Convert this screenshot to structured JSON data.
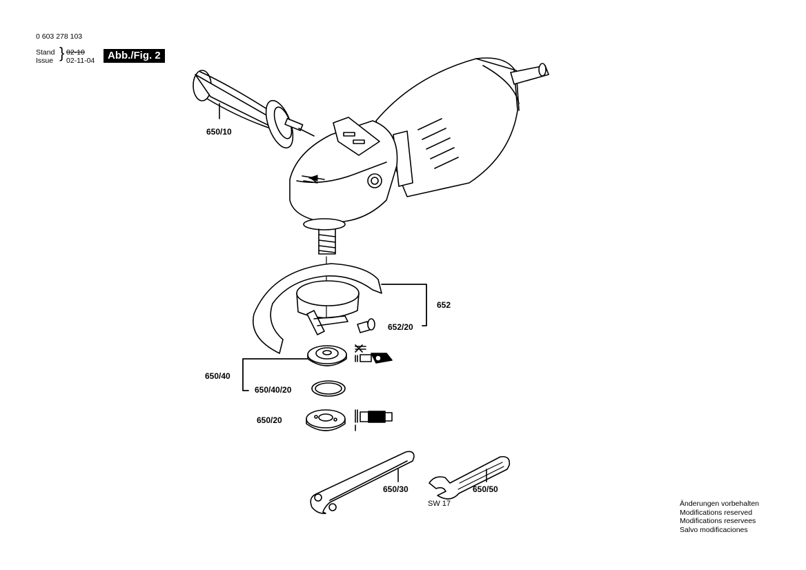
{
  "header": {
    "doc_number": "0 603 278 103",
    "stand_label": "Stand",
    "issue_label": "Issue",
    "stand_value": "02-10",
    "issue_value": "02-11-04",
    "figure_badge": "Abb./Fig. 2"
  },
  "parts": {
    "handle": "650/10",
    "guard": "652",
    "guard_screw": "652/20",
    "flange_assembly": "650/40",
    "o_ring": "650/40/20",
    "clamping_nut": "650/20",
    "spanner": "650/30",
    "wrench": "650/50",
    "wrench_size": "SW 17"
  },
  "notes": [
    "Änderungen vorbehalten",
    "Modifications reserved",
    "Modifications reservees",
    "Salvo modificaciones"
  ]
}
